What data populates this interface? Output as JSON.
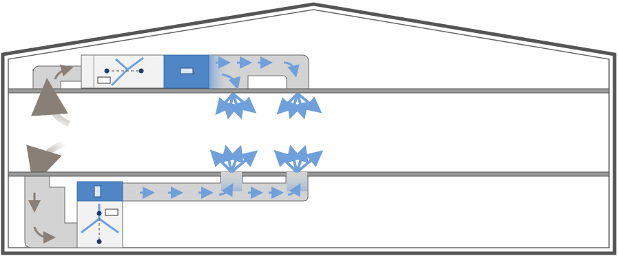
{
  "diagram": {
    "kind": "hvac-building-section",
    "floors": 2,
    "units": [
      {
        "name": "upper-air-handling-unit",
        "floor": "upper",
        "orientation": "horizontal"
      },
      {
        "name": "lower-air-handling-unit",
        "floor": "lower",
        "orientation": "vertical"
      }
    ],
    "supply_outlets": {
      "upper_floor": 2,
      "lower_floor": 2
    },
    "colors": {
      "wall": "#555555",
      "wall_fill": "#ffffff",
      "slab": "#9a9a9a",
      "duct": "#d3d3d3",
      "duct_edge": "#6a6a6a",
      "unit_casing": "#f2f2f2",
      "coil_box": "#4f86c6",
      "supply_air": "#6fa0dc",
      "return_air": "#8a7f76"
    }
  }
}
